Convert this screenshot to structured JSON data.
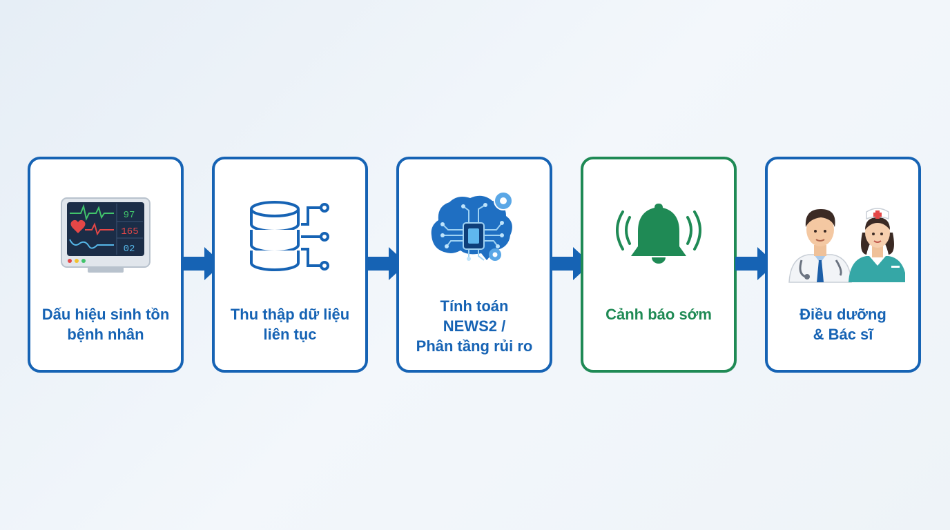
{
  "steps": [
    {
      "lines": [
        "Dấu hiệu sinh tồn",
        "bệnh nhân"
      ],
      "icon": "vital-signs-monitor-icon",
      "monitor": {
        "pulse": "97",
        "bp": "165",
        "spo2": "02"
      }
    },
    {
      "lines": [
        "Thu thập dữ liệu",
        "liên tục"
      ],
      "icon": "database-icon"
    },
    {
      "lines": [
        "Tính toán",
        "NEWS2 /",
        "Phân tầng rủi ro"
      ],
      "icon": "ai-brain-icon"
    },
    {
      "lines": [
        "Cảnh báo sớm"
      ],
      "icon": "alarm-bell-icon"
    },
    {
      "lines": [
        "Điều dưỡng",
        "& Bác sĩ"
      ],
      "icon": "doctor-nurse-icon"
    }
  ],
  "colors": {
    "blue": "#1663b4",
    "green": "#1f8a55"
  }
}
